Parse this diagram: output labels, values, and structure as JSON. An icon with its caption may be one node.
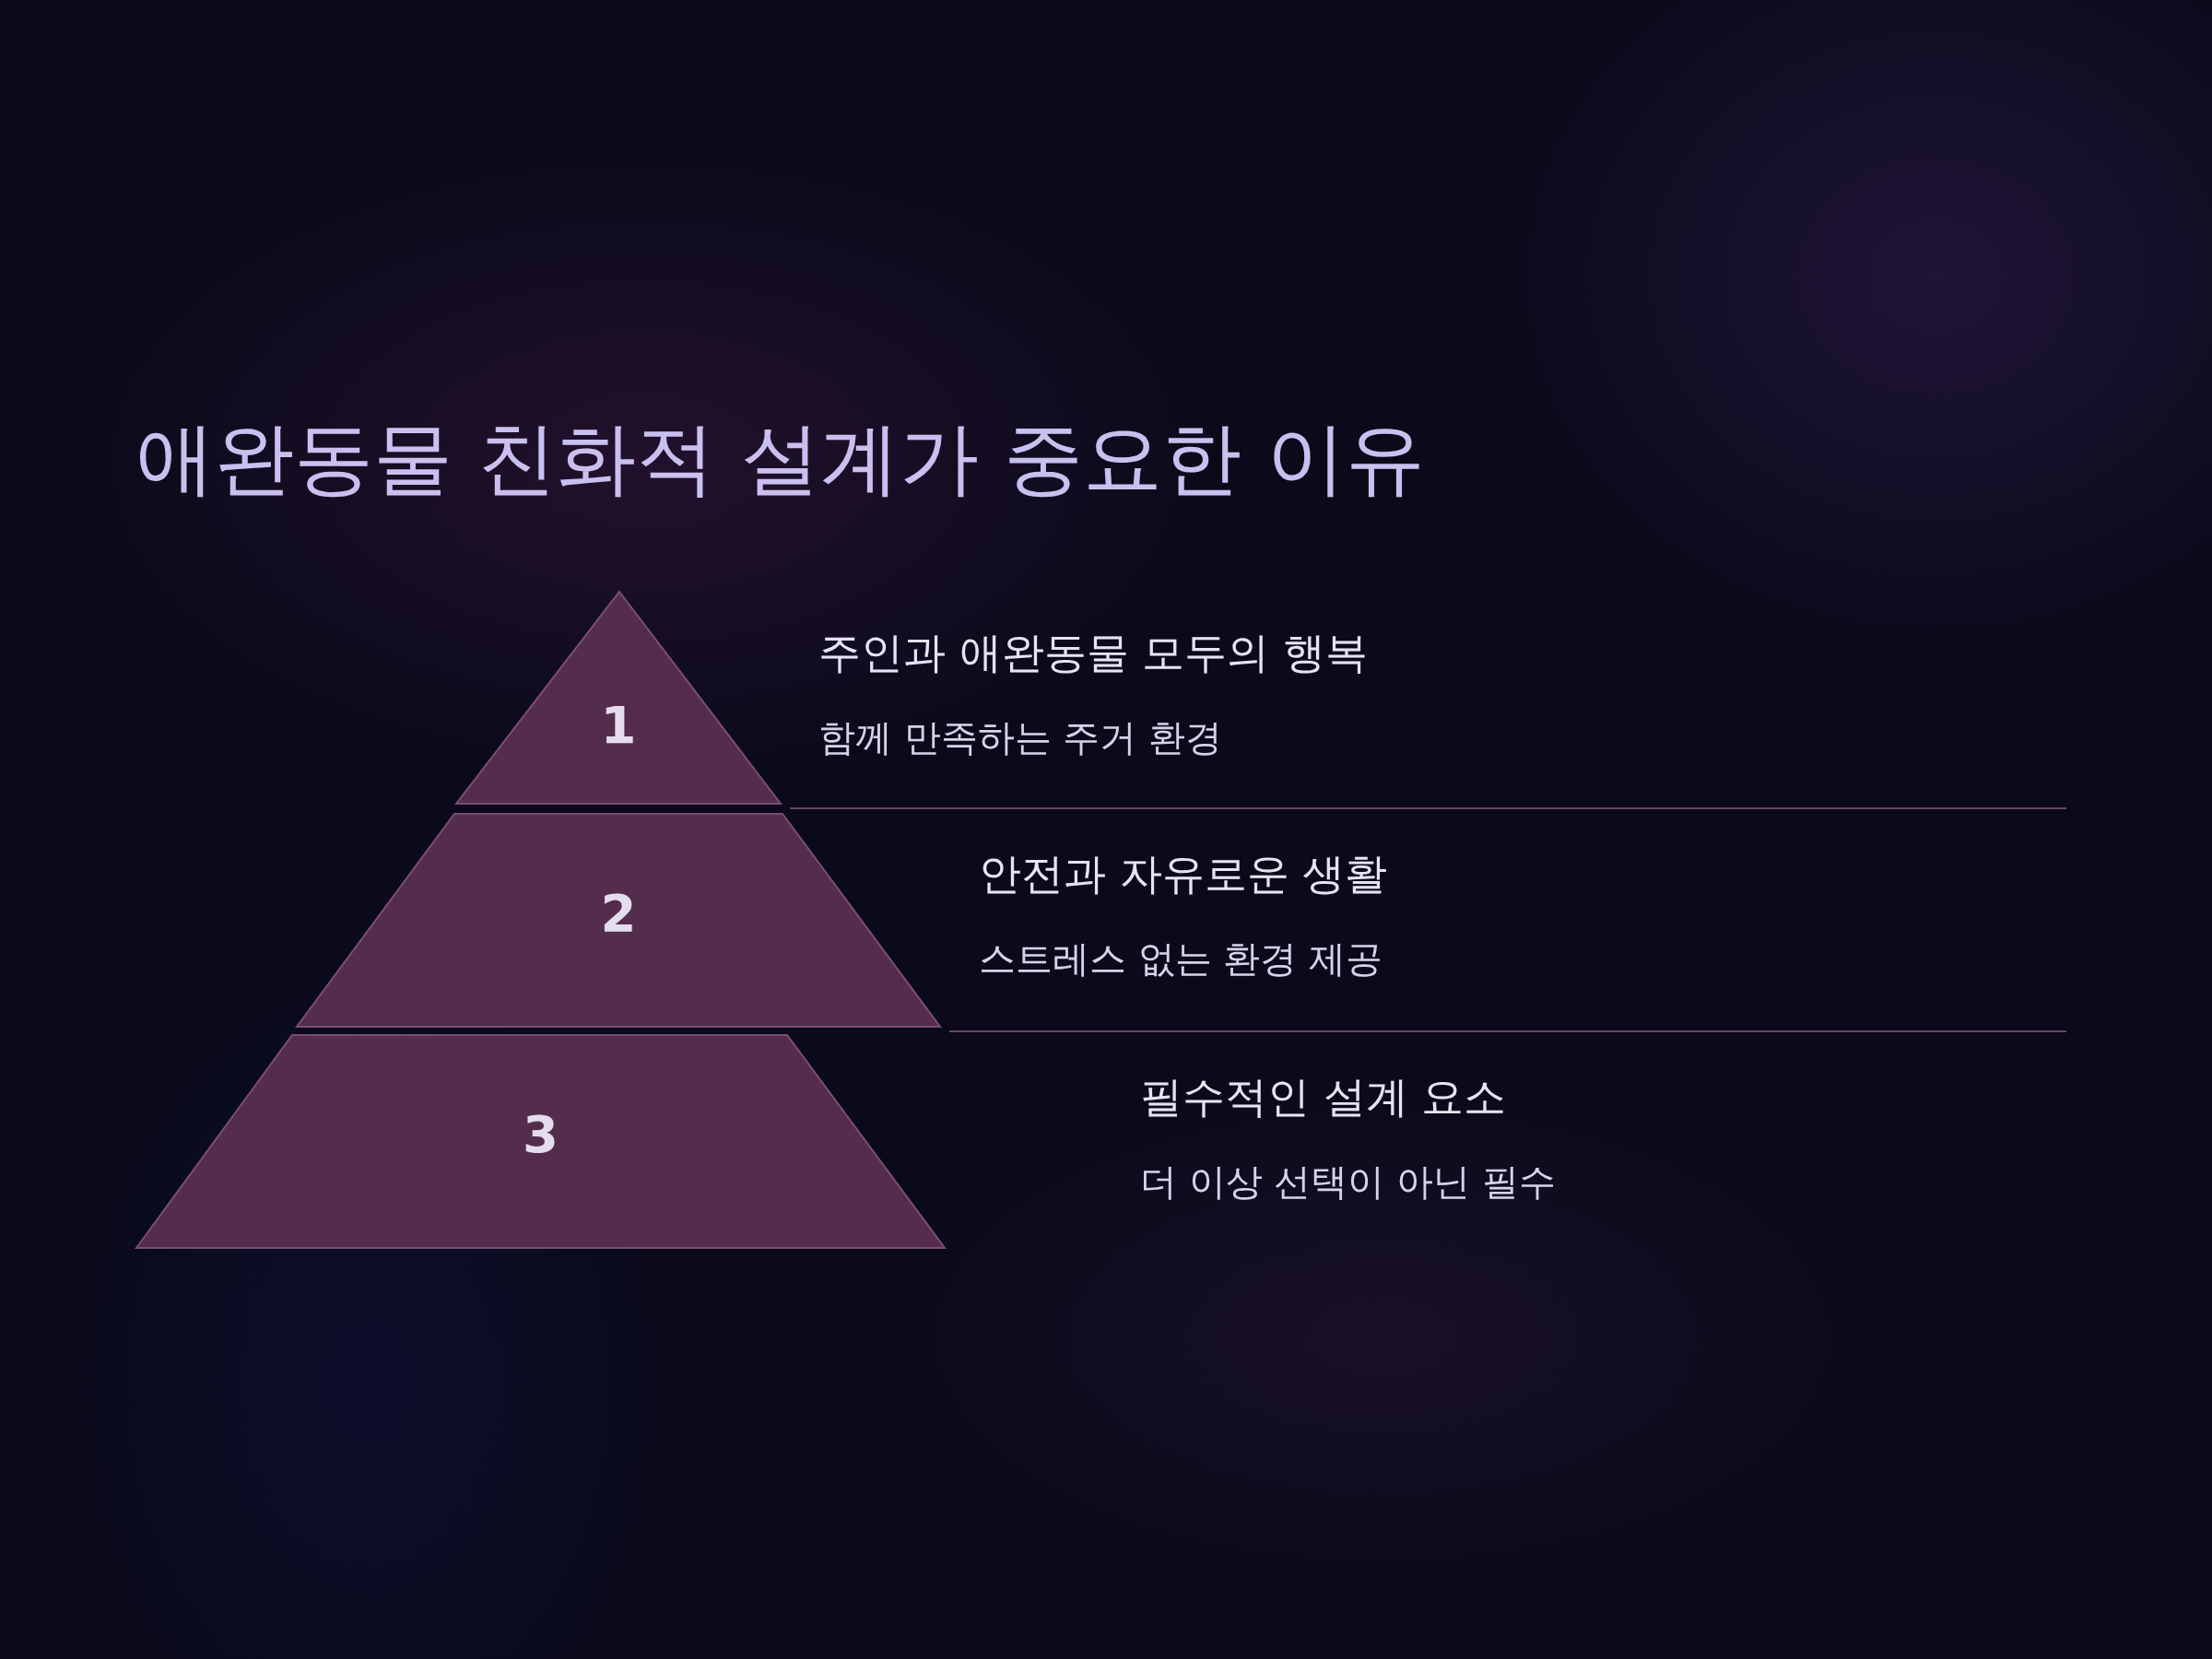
{
  "diagram": {
    "title": "애완동물 친화적 설계가 중요한 이유",
    "nodes": [
      {
        "text": [
          "1"
        ],
        "beside": [
          "주인과 애완동물 모두의 행복",
          "함께 만족하는 주거 환경"
        ]
      },
      {
        "text": [
          "2"
        ],
        "beside": [
          "안전과 자유로운 생활",
          "스트레스 없는 환경 제공"
        ]
      },
      {
        "text": [
          "3"
        ],
        "beside": [
          "필수적인 설계 요소",
          "더 이상 선택이 아닌 필수"
        ]
      }
    ]
  }
}
